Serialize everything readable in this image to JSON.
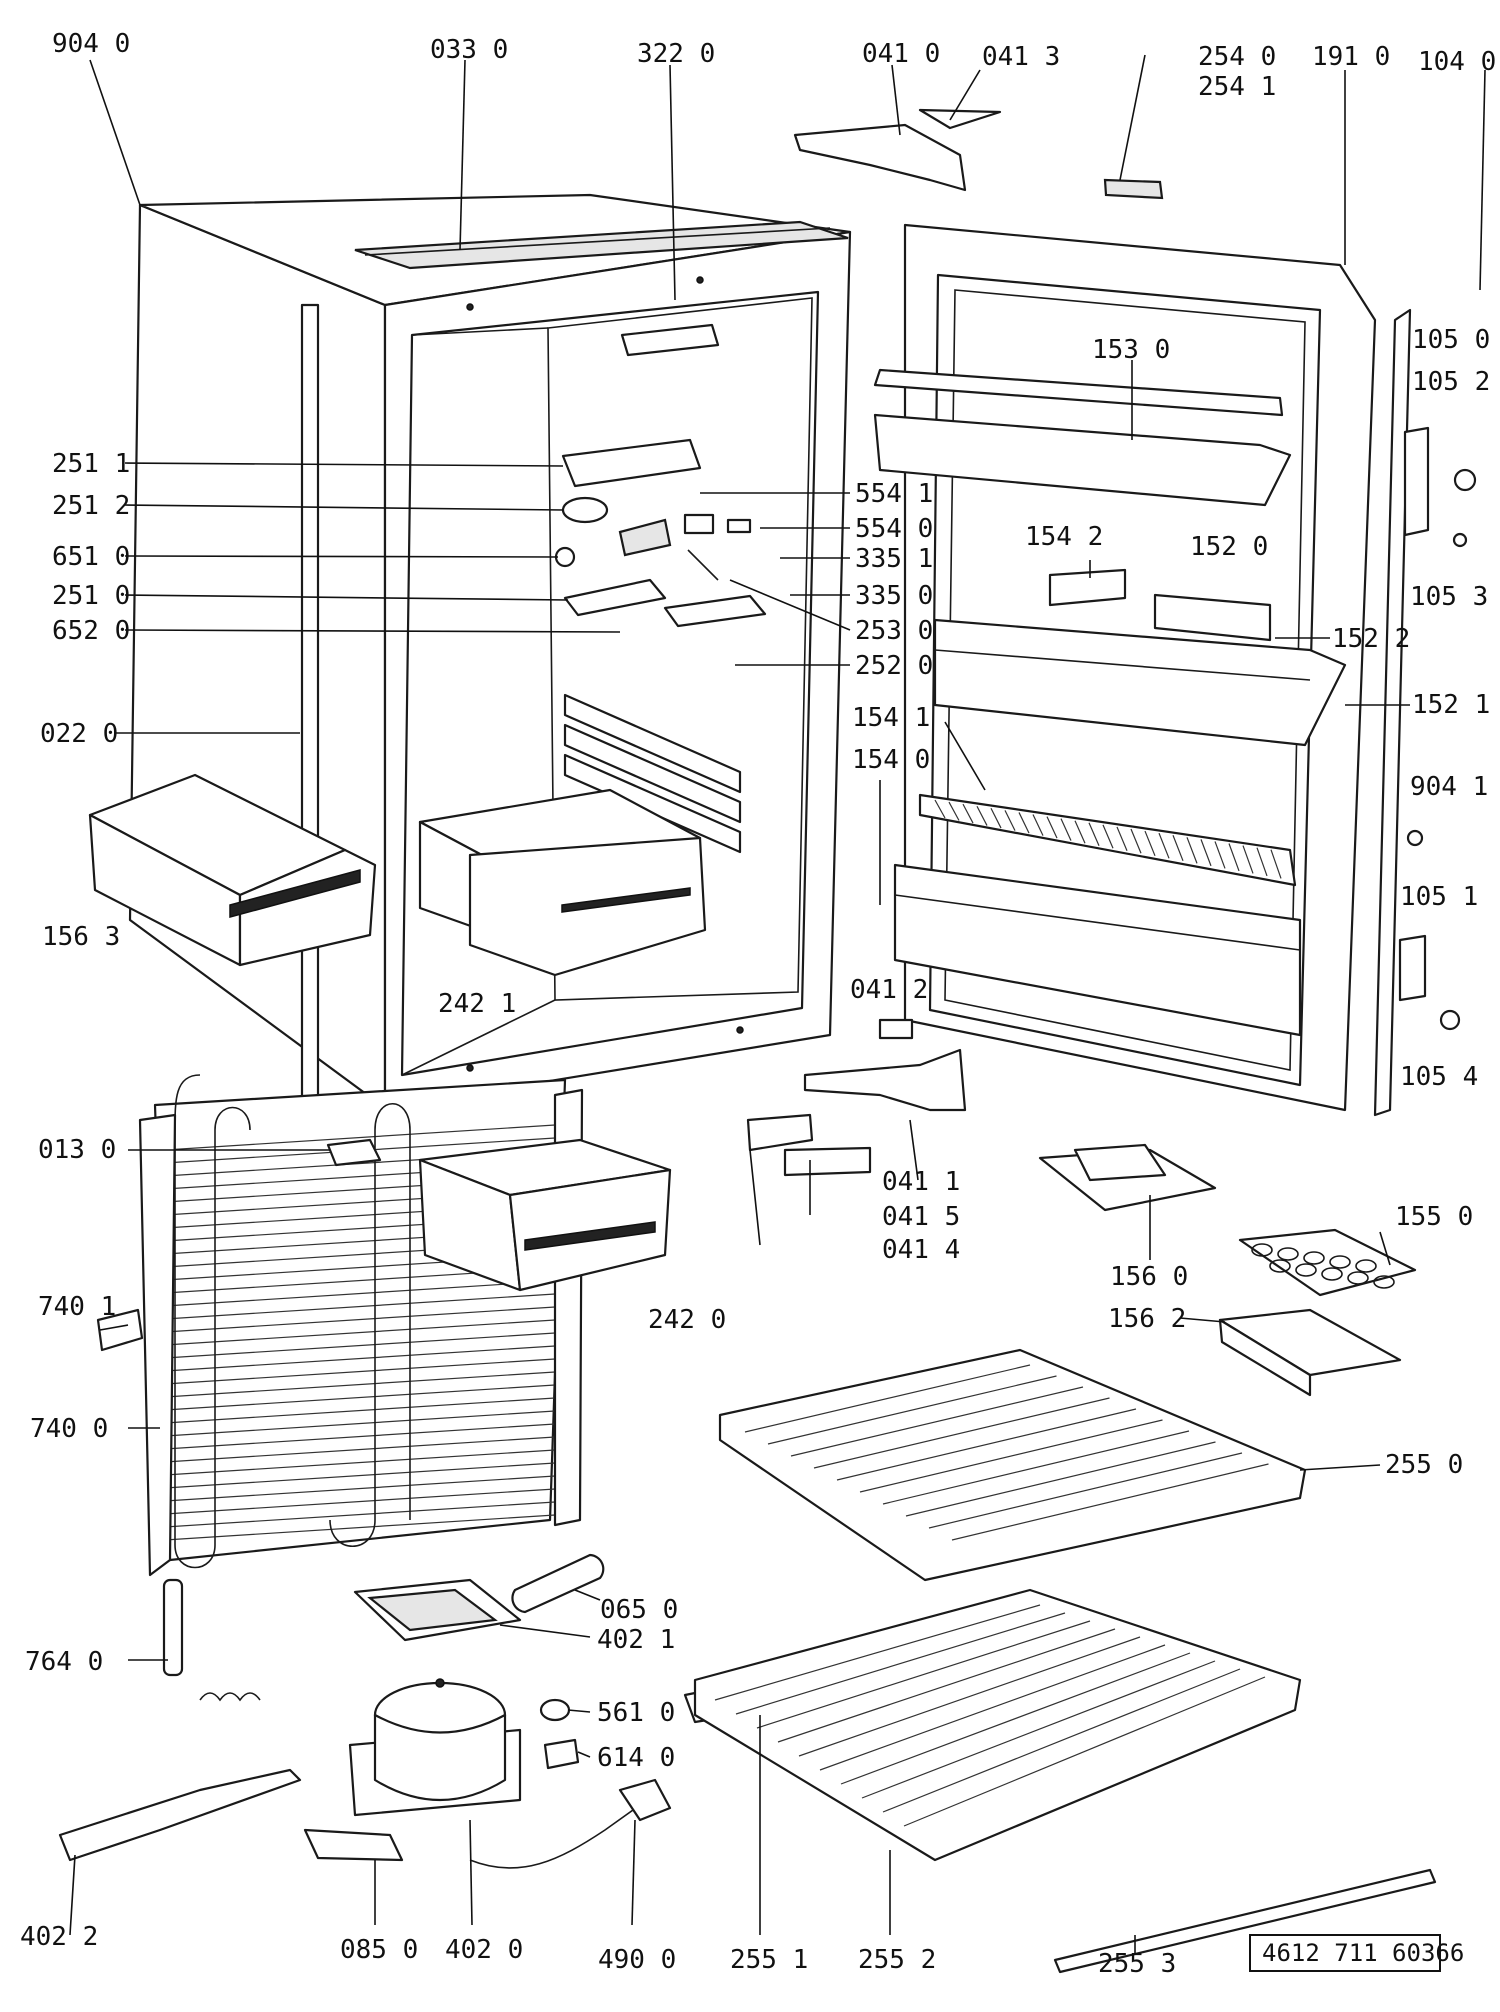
{
  "labels": [
    {
      "id": "904-0",
      "text": "904 0"
    },
    {
      "id": "033-0",
      "text": "033 0"
    },
    {
      "id": "322-0",
      "text": "322 0"
    },
    {
      "id": "041-0",
      "text": "041 0"
    },
    {
      "id": "041-3",
      "text": "041 3"
    },
    {
      "id": "254-0",
      "text": "254 0"
    },
    {
      "id": "254-1",
      "text": "254 1"
    },
    {
      "id": "191-0",
      "text": "191 0"
    },
    {
      "id": "104-0",
      "text": "104 0"
    },
    {
      "id": "105-0",
      "text": "105 0"
    },
    {
      "id": "105-2",
      "text": "105 2"
    },
    {
      "id": "153-0",
      "text": "153 0"
    },
    {
      "id": "251-1",
      "text": "251 1"
    },
    {
      "id": "251-2",
      "text": "251 2"
    },
    {
      "id": "651-0",
      "text": "651 0"
    },
    {
      "id": "251-0",
      "text": "251 0"
    },
    {
      "id": "652-0",
      "text": "652 0"
    },
    {
      "id": "554-1",
      "text": "554 1"
    },
    {
      "id": "554-0",
      "text": "554 0"
    },
    {
      "id": "335-1",
      "text": "335 1"
    },
    {
      "id": "335-0",
      "text": "335 0"
    },
    {
      "id": "253-0",
      "text": "253 0"
    },
    {
      "id": "252-0",
      "text": "252 0"
    },
    {
      "id": "154-2",
      "text": "154 2"
    },
    {
      "id": "152-0",
      "text": "152 0"
    },
    {
      "id": "105-3",
      "text": "105 3"
    },
    {
      "id": "152-2",
      "text": "152 2"
    },
    {
      "id": "152-1",
      "text": "152 1"
    },
    {
      "id": "022-0",
      "text": "022 0"
    },
    {
      "id": "154-1",
      "text": "154 1"
    },
    {
      "id": "154-0",
      "text": "154 0"
    },
    {
      "id": "904-1",
      "text": "904 1"
    },
    {
      "id": "156-3",
      "text": "156 3"
    },
    {
      "id": "105-1",
      "text": "105 1"
    },
    {
      "id": "242-1",
      "text": "242 1"
    },
    {
      "id": "041-2",
      "text": "041 2"
    },
    {
      "id": "105-4",
      "text": "105 4"
    },
    {
      "id": "013-0",
      "text": "013 0"
    },
    {
      "id": "041-1",
      "text": "041 1"
    },
    {
      "id": "041-5",
      "text": "041 5"
    },
    {
      "id": "041-4",
      "text": "041 4"
    },
    {
      "id": "156-0",
      "text": "156 0"
    },
    {
      "id": "155-0",
      "text": "155 0"
    },
    {
      "id": "740-1",
      "text": "740 1"
    },
    {
      "id": "242-0",
      "text": "242 0"
    },
    {
      "id": "156-2",
      "text": "156 2"
    },
    {
      "id": "740-0",
      "text": "740 0"
    },
    {
      "id": "255-0",
      "text": "255 0"
    },
    {
      "id": "065-0",
      "text": "065 0"
    },
    {
      "id": "402-1",
      "text": "402 1"
    },
    {
      "id": "764-0",
      "text": "764 0"
    },
    {
      "id": "561-0",
      "text": "561 0"
    },
    {
      "id": "614-0",
      "text": "614 0"
    },
    {
      "id": "402-2",
      "text": "402 2"
    },
    {
      "id": "085-0",
      "text": "085 0"
    },
    {
      "id": "402-0",
      "text": "402 0"
    },
    {
      "id": "490-0",
      "text": "490 0"
    },
    {
      "id": "255-1",
      "text": "255 1"
    },
    {
      "id": "255-2",
      "text": "255 2"
    },
    {
      "id": "255-3",
      "text": "255 3"
    }
  ],
  "document_number": "4612 711 60366"
}
